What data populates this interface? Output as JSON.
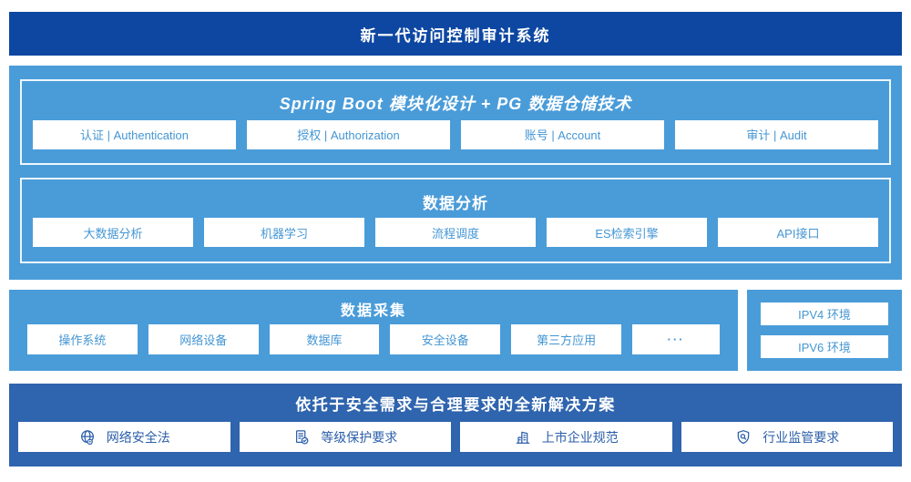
{
  "colors": {
    "banner_bg": "#0d47a2",
    "light_section_bg": "#4a9cd9",
    "solution_bg": "#2f64ae",
    "light_box_text": "#4496d3",
    "dark_box_text": "#2b5ea9"
  },
  "banner": {
    "title": "新一代访问控制审计系统"
  },
  "platform": {
    "spring": {
      "title": "Spring Boot 模块化设计 + PG 数据仓储技术",
      "modules": [
        "认证 | Authentication",
        "授权 | Authorization",
        "账号 | Account",
        "审计 | Audit"
      ]
    },
    "analysis": {
      "title": "数据分析",
      "modules": [
        "大数据分析",
        "机器学习",
        "流程调度",
        "ES检索引擎",
        "API接口"
      ]
    }
  },
  "collection": {
    "title": "数据采集",
    "modules": [
      "操作系统",
      "网络设备",
      "数据库",
      "安全设备",
      "第三方应用",
      "···"
    ]
  },
  "environments": {
    "items": [
      "IPV4 环境",
      "IPV6 环境"
    ]
  },
  "solution": {
    "title": "依托于安全需求与合理要求的全新解决方案",
    "items": [
      {
        "icon": "globe-network-icon",
        "label": "网络安全法"
      },
      {
        "icon": "document-check-icon",
        "label": "等级保护要求"
      },
      {
        "icon": "building-icon",
        "label": "上市企业规范"
      },
      {
        "icon": "shield-search-icon",
        "label": "行业监管要求"
      }
    ]
  }
}
